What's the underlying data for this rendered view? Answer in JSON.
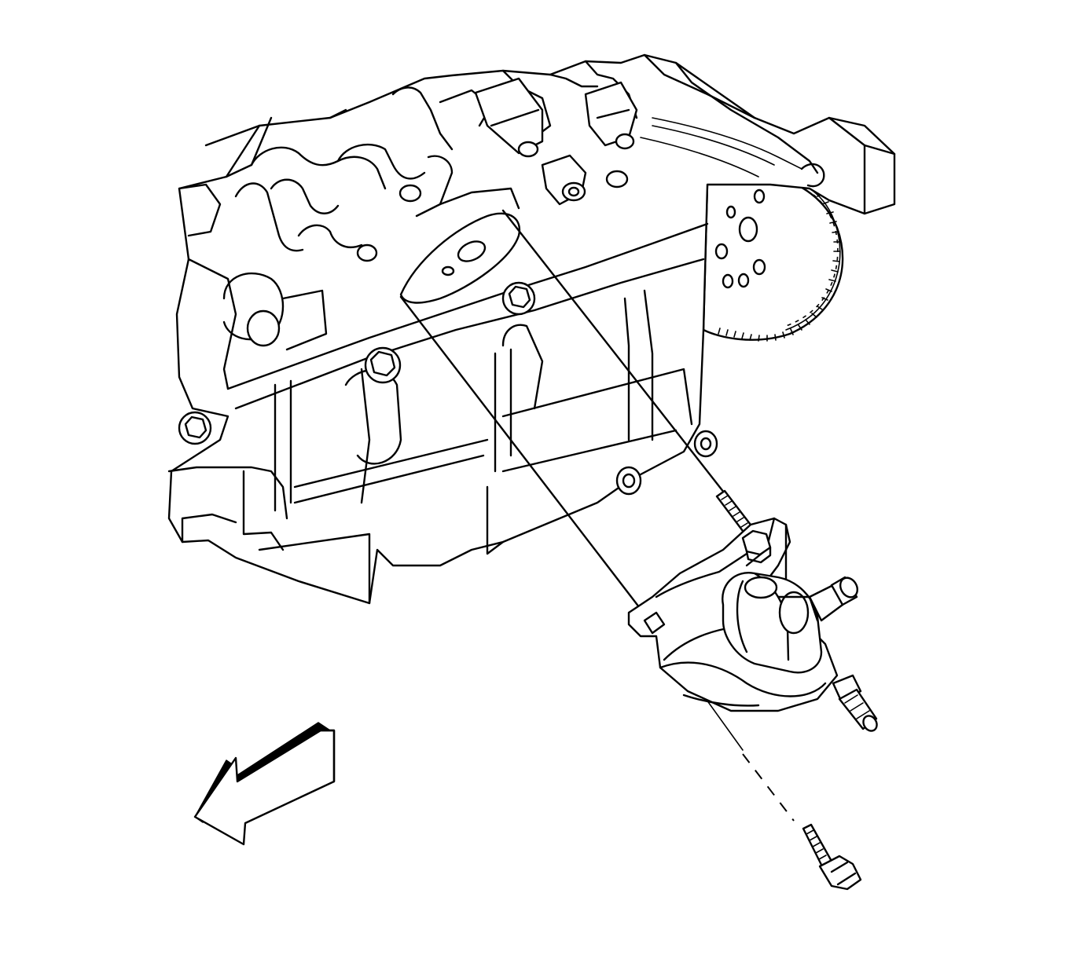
{
  "figure": {
    "components": [
      "engine-block",
      "flywheel",
      "oil-pan",
      "mount-bracket",
      "oil-filter-adapter",
      "pipe-fitting",
      "stud",
      "bolt"
    ],
    "direction_arrow": "front-of-vehicle-arrow",
    "colors": {
      "line": "#000000",
      "background": "#ffffff"
    }
  }
}
